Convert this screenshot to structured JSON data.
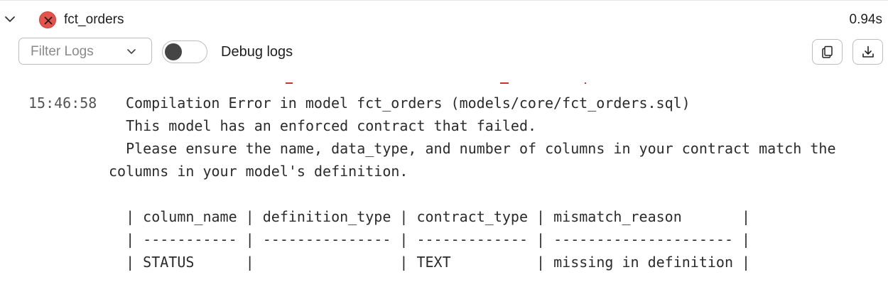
{
  "run": {
    "model_name": "fct_orders",
    "duration": "0.94s",
    "status_color": "#e5534b"
  },
  "toolbar": {
    "filter_placeholder": "Filter Logs",
    "debug_label": "Debug logs",
    "debug_enabled": false,
    "copy_icon": "copy-icon",
    "download_icon": "download-icon"
  },
  "log": {
    "timestamp": "15:46:58",
    "lines": [
      "Compilation Error in model fct_orders (models/core/fct_orders.sql)",
      "  This model has an enforced contract that failed.",
      "  Please ensure the name, data_type, and number of columns in your contract match the",
      "columns in your model's definition.",
      "",
      "  | column_name | definition_type | contract_type | mismatch_reason       |",
      "  | ----------- | --------------- | ------------- | --------------------- |",
      "  | STATUS      |                 | TEXT          | missing in definition |"
    ]
  }
}
